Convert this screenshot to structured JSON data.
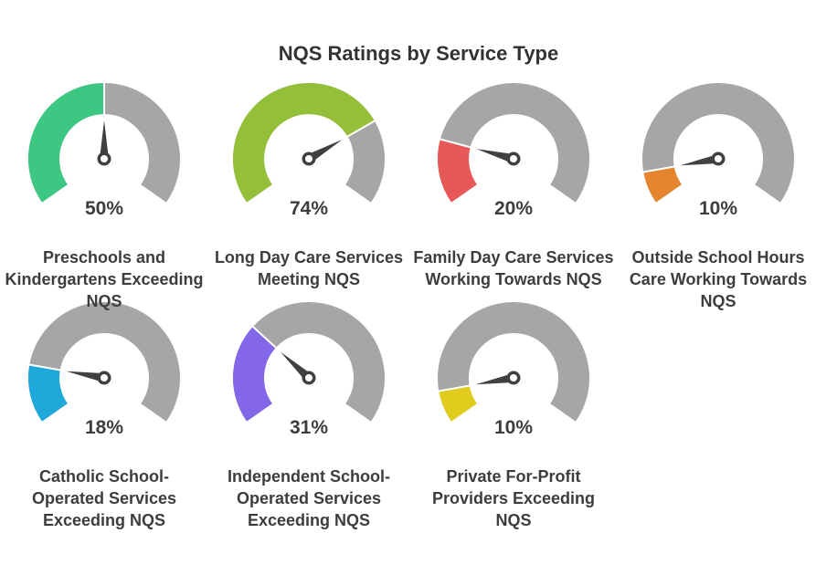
{
  "chart_data": {
    "type": "gauge",
    "title": "NQS Ratings by Service Type",
    "track_color": "#a6a6a6",
    "needle_color": "#404040",
    "gauges": [
      {
        "label": "Preschools and Kindergartens Exceeding NQS",
        "value": 50,
        "value_label": "50%",
        "color": "#3cc882"
      },
      {
        "label": "Long Day Care Services Meeting NQS",
        "value": 74,
        "value_label": "74%",
        "color": "#94bf38"
      },
      {
        "label": "Family Day Care Services Working Towards NQS",
        "value": 20,
        "value_label": "20%",
        "color": "#e85858"
      },
      {
        "label": "Outside School Hours Care Working Towards NQS",
        "value": 10,
        "value_label": "10%",
        "color": "#e5862e"
      },
      {
        "label": "Catholic School-Operated Services Exceeding NQS",
        "value": 18,
        "value_label": "18%",
        "color": "#1fa9db"
      },
      {
        "label": "Independent School-Operated Services Exceeding NQS",
        "value": 31,
        "value_label": "31%",
        "color": "#8466e8"
      },
      {
        "label": "Private For-Profit Providers Exceeding NQS",
        "value": 10,
        "value_label": "10%",
        "color": "#e0cc1c"
      }
    ]
  }
}
